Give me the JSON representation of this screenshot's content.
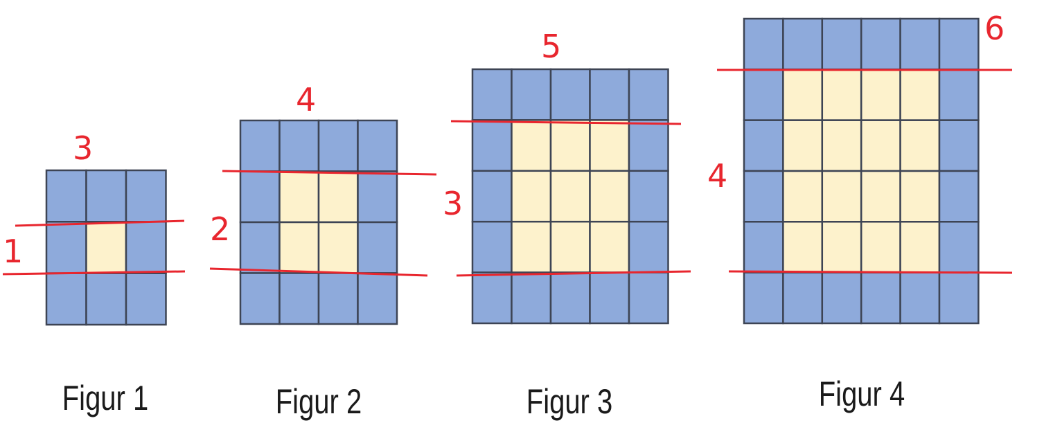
{
  "figures": [
    {
      "id": "figur-1",
      "caption": "Figur 1",
      "cols": 3,
      "rows": 3,
      "top_number": "3",
      "side_number": "1"
    },
    {
      "id": "figur-2",
      "caption": "Figur 2",
      "cols": 4,
      "rows": 4,
      "top_number": "4",
      "side_number": "2"
    },
    {
      "id": "figur-3",
      "caption": "Figur 3",
      "cols": 5,
      "rows": 5,
      "top_number": "5",
      "side_number": "3"
    },
    {
      "id": "figur-4",
      "caption": "Figur 4",
      "cols": 6,
      "rows": 6,
      "top_number": "6",
      "side_number": "4"
    }
  ],
  "colors": {
    "border_tile": "#8eaadb",
    "inner_tile": "#fdf2cc",
    "grid_line": "#3d4454",
    "annotation": "#e8262e",
    "caption_text": "#1a1a1a"
  }
}
